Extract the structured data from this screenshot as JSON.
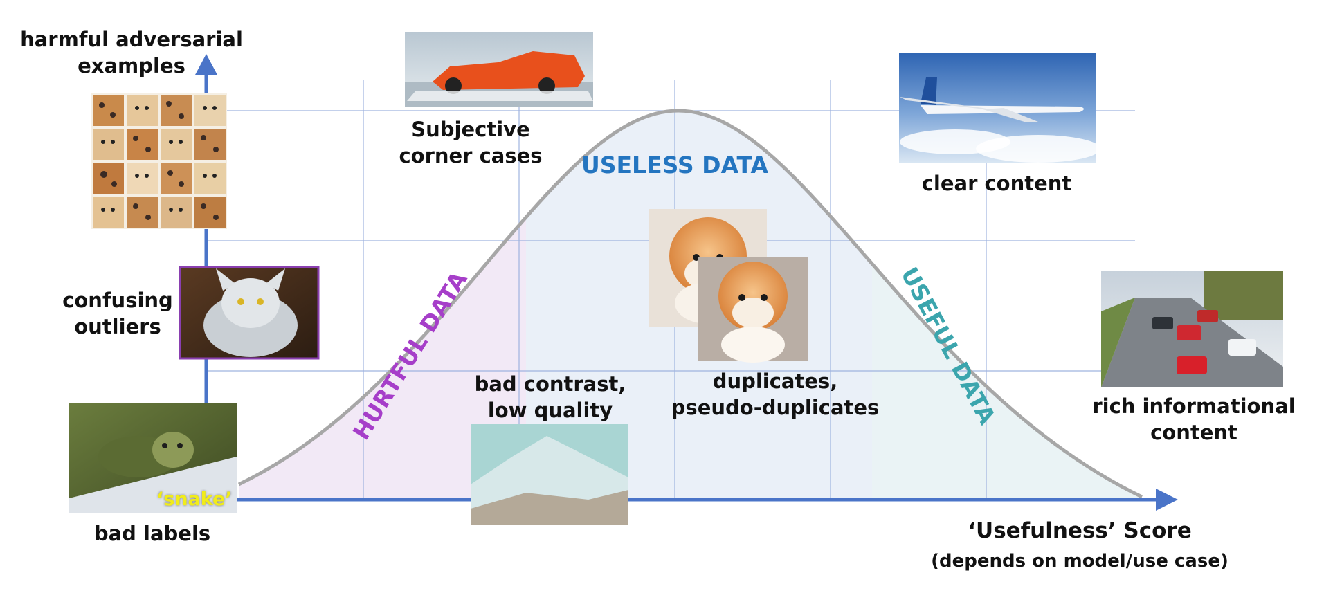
{
  "axes": {
    "y_label": [
      "harmful adversarial",
      "examples"
    ],
    "x_label": "‘Usefulness’ Score",
    "x_note": "(depends on model/use case)"
  },
  "regions": {
    "hurtful": "HURTFUL DATA",
    "useless": "USELESS DATA",
    "useful": "USEFUL DATA"
  },
  "annotations": {
    "confusing_outliers": [
      "confusing",
      "outliers"
    ],
    "bad_labels": "bad labels",
    "bad_label_tag": "‘snake’",
    "subjective_corner_cases": [
      "Subjective",
      "corner cases"
    ],
    "bad_contrast": [
      "bad contrast,",
      "low quality"
    ],
    "duplicates": [
      "duplicates,",
      "pseudo-duplicates"
    ],
    "clear_content": "clear content",
    "rich_content": [
      "rich informational",
      "content"
    ]
  },
  "colors": {
    "axis": "#4a74c8",
    "grid": "#9fb3df",
    "curve": "#a7a7a7",
    "hurtful": "#a63ec9",
    "useless": "#2475c0",
    "useful": "#3ba5ad",
    "hurtful_fill": "#f2e9f6",
    "useless_fill": "#eaf0f8",
    "useful_fill": "#eaf3f5"
  }
}
